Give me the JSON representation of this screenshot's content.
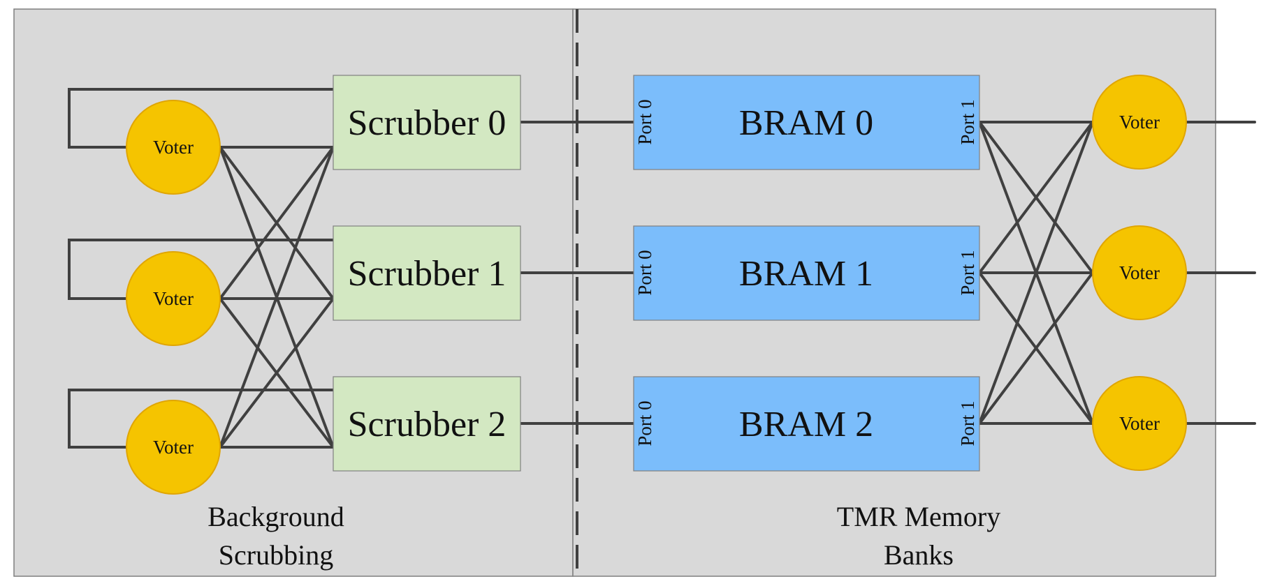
{
  "left_section": {
    "label_line1": "Background",
    "label_line2": "Scrubbing",
    "voters": [
      "Voter",
      "Voter",
      "Voter"
    ],
    "scrubbers": [
      "Scrubber 0",
      "Scrubber 1",
      "Scrubber 2"
    ]
  },
  "right_section": {
    "label_line1": "TMR Memory",
    "label_line2": "Banks",
    "brams": [
      {
        "label": "BRAM 0",
        "port_a": "Port 0",
        "port_b": "Port 1"
      },
      {
        "label": "BRAM 1",
        "port_a": "Port 0",
        "port_b": "Port 1"
      },
      {
        "label": "BRAM 2",
        "port_a": "Port 0",
        "port_b": "Port 1"
      }
    ],
    "voters": [
      "Voter",
      "Voter",
      "Voter"
    ]
  },
  "colors": {
    "panel": "#d9d9d9",
    "scrubber": "#d3e8c2",
    "bram": "#7bbdfb",
    "voter": "#f5c400",
    "wire": "#404040"
  }
}
